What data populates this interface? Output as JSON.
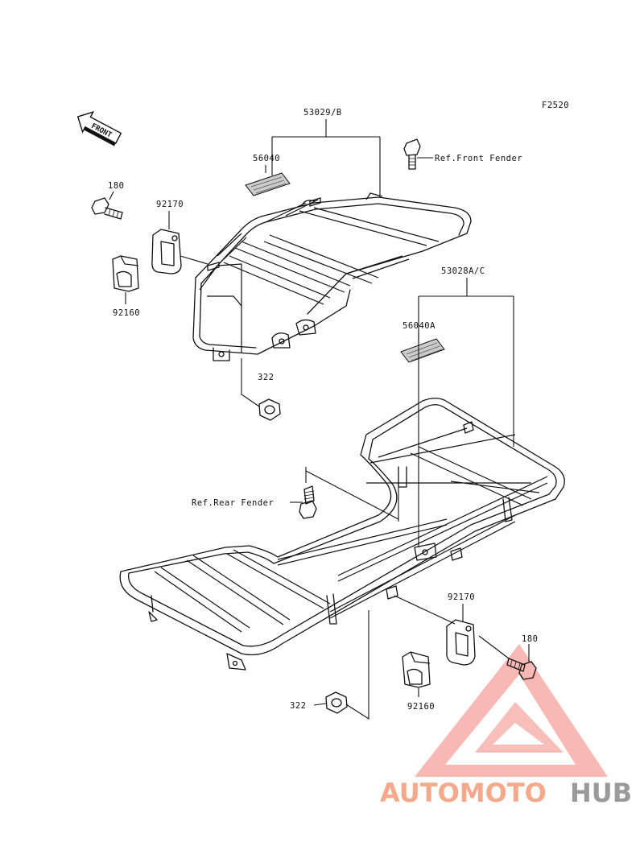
{
  "figure_code": "F2520",
  "front_arrow_label": "FRONT",
  "labels": {
    "front_carrier": "53029/B",
    "front_decal": "56040",
    "ref_front_fender": "Ref.Front Fender",
    "bolt_left": "180",
    "clamp_left": "92170",
    "damper_left": "92160",
    "nut_upper": "322",
    "rear_carrier": "53028A/C",
    "rear_decal": "56040A",
    "ref_rear_fender": "Ref.Rear Fender",
    "clamp_right": "92170",
    "bolt_right": "180",
    "damper_right": "92160",
    "nut_lower": "322"
  },
  "watermark": {
    "part1": "AUTOMOTO",
    "part2": "HUB",
    "color1": "#f4a98a",
    "color2": "#9a9a9a",
    "logo_color": "#e85a4f"
  }
}
